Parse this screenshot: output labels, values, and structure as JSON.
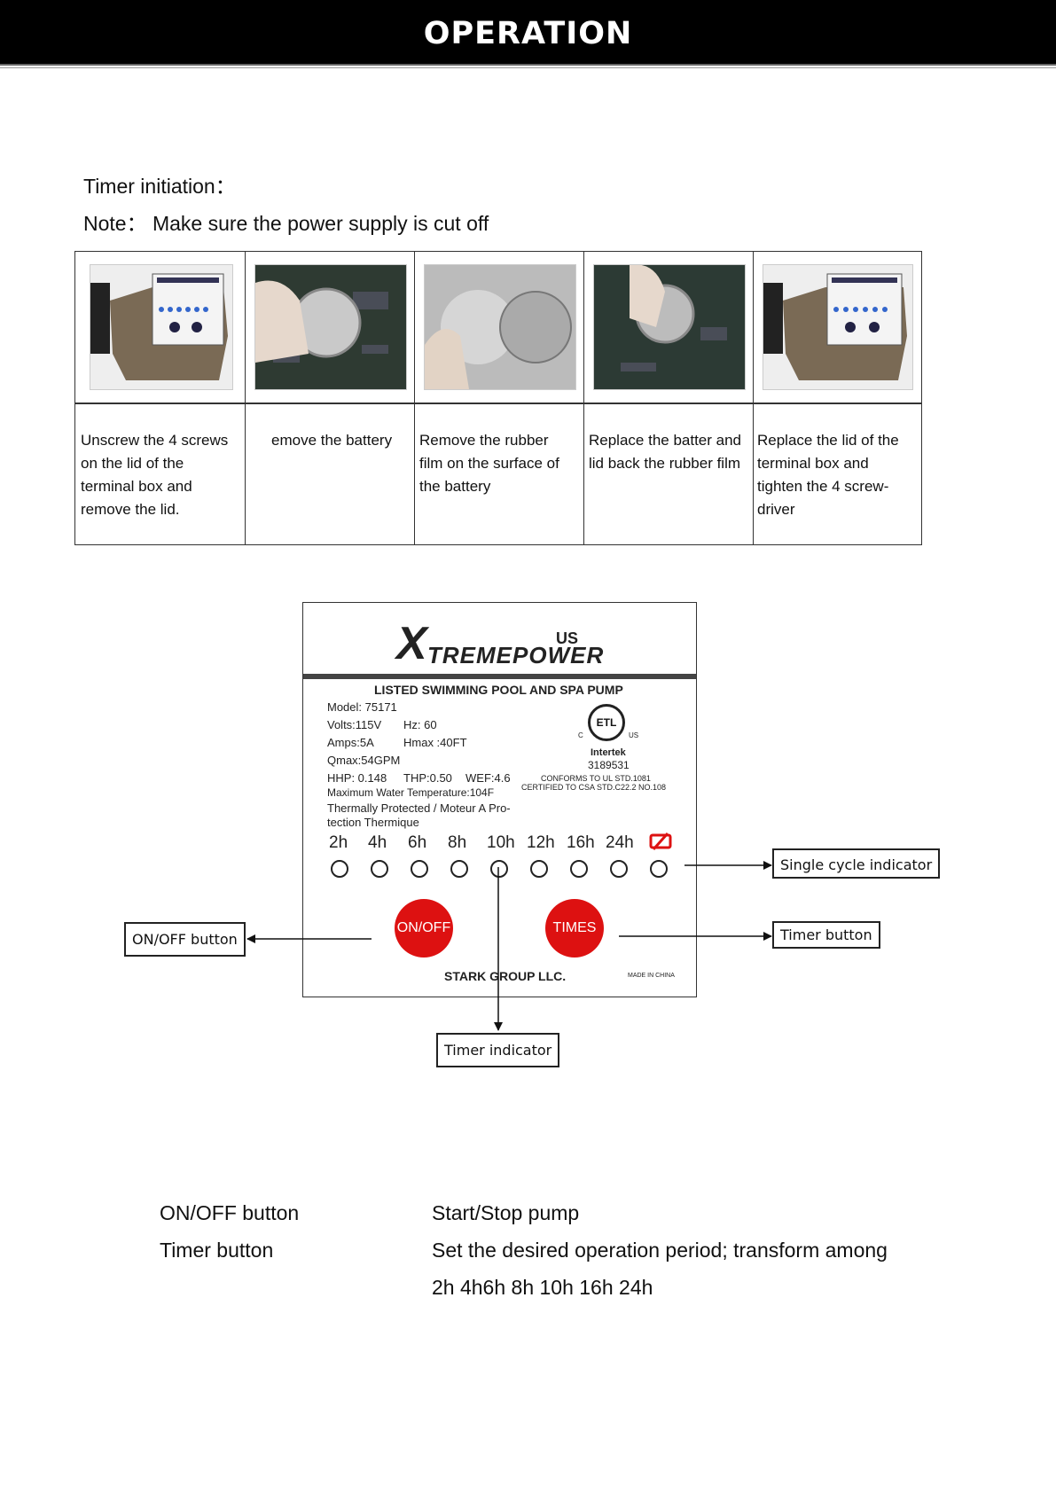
{
  "header": {
    "title": "OPERATION"
  },
  "intro": {
    "heading": "Timer initiation：",
    "note": "Note： Make sure the power supply is cut off"
  },
  "steps": [
    {
      "text": "Unscrew the 4 screws on the lid of the terminal box and remove the lid."
    },
    {
      "text": "emove the battery"
    },
    {
      "text": "Remove the rubber film on the surface of the battery"
    },
    {
      "text": "Replace the batter and lid back the rubber film"
    },
    {
      "text": "Replace the lid of the terminal box and tighten the 4 screw-driver"
    }
  ],
  "label": {
    "brand_main": "TREMEPOWER",
    "brand_x": "X",
    "brand_us": "US",
    "title": "LISTED SWIMMING POOL AND SPA PUMP",
    "model": "Model: 75171",
    "volts": "Volts:115V",
    "hz": "Hz: 60",
    "amps": "Amps:5A",
    "hmax": "Hmax :40FT",
    "qmax": "Qmax:54GPM",
    "hhp": "HHP: 0.148",
    "thp": "THP:0.50",
    "wef": "WEF:4.6",
    "max_temp": "Maximum Water Temperature:104F",
    "thermal_1": "Thermally Protected / Moteur A Pro-",
    "thermal_2": "tection Thermique",
    "cert_c": "C",
    "cert_us": "US",
    "cert_mark": "ETL",
    "cert_name": "Intertek",
    "cert_number": "3189531",
    "conforms": "CONFORMS TO UL STD.1081",
    "certified": "CERTIFIED TO CSA STD.C22.2 NO.108",
    "hours": [
      "2h",
      "4h",
      "6h",
      "8h",
      "10h",
      "12h",
      "16h",
      "24h"
    ],
    "onoff_button": "ON/OFF",
    "times_button": "TIMES",
    "company": "STARK GROUP LLC.",
    "made_in": "MADE IN CHINA",
    "accent_color": "#d11111"
  },
  "callouts": {
    "single_cycle": "Single cycle indicator",
    "onoff": "ON/OFF button",
    "timer": "Timer button",
    "timer_indicator": "Timer indicator"
  },
  "legend": [
    {
      "name": "ON/OFF button",
      "desc": "Start/Stop pump"
    },
    {
      "name": "Timer button",
      "desc": "Set the desired operation period; transform among"
    }
  ],
  "legend_cont": "2h 4h6h 8h 10h 16h 24h"
}
